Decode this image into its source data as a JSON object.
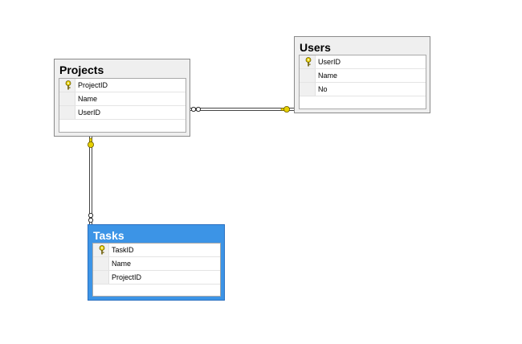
{
  "colors": {
    "table_bg": "#efefef",
    "table_selected_bg": "#3c94e6",
    "key_icon": "#e6d000",
    "relationship_line": "#444444"
  },
  "tables": {
    "projects": {
      "name": "Projects",
      "columns": [
        {
          "name": "ProjectID",
          "primary_key": true
        },
        {
          "name": "Name",
          "primary_key": false
        },
        {
          "name": "UserID",
          "primary_key": false
        }
      ]
    },
    "users": {
      "name": "Users",
      "columns": [
        {
          "name": "UserID",
          "primary_key": true
        },
        {
          "name": "Name",
          "primary_key": false
        },
        {
          "name": "No",
          "primary_key": false
        }
      ]
    },
    "tasks": {
      "name": "Tasks",
      "selected": true,
      "columns": [
        {
          "name": "TaskID",
          "primary_key": true
        },
        {
          "name": "Name",
          "primary_key": false
        },
        {
          "name": "ProjectID",
          "primary_key": false
        }
      ]
    }
  },
  "relationships": [
    {
      "from": "Users",
      "to": "Projects",
      "one_end": "Users",
      "many_end": "Projects"
    },
    {
      "from": "Projects",
      "to": "Tasks",
      "one_end": "Projects",
      "many_end": "Tasks"
    }
  ]
}
